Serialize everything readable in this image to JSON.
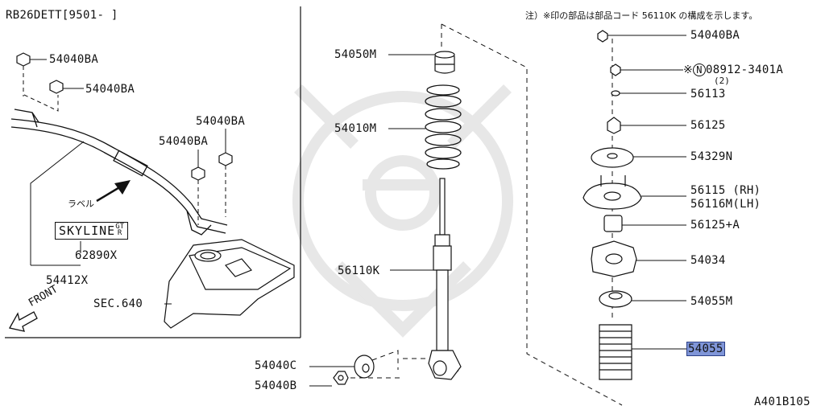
{
  "header": {
    "model_code": "RB26DETT[9501-     ]",
    "note": "注）※印の部品は部品コード 56110K の構成を示します。",
    "diagram_id": "A401B105"
  },
  "left_panel": {
    "bolt_label_1": "54040BA",
    "bolt_label_2": "54040BA",
    "bolt_label_3": "54040BA",
    "bolt_label_4": "54040BA",
    "label_callout": "ラベル",
    "skyline_badge": "SKYLINE",
    "skyline_sup_top": "GT",
    "skyline_sup_bottom": "R",
    "part_62890x": "62890X",
    "part_54412x": "54412X",
    "front_label": "FRONT",
    "section_ref": "SEC.640"
  },
  "center": {
    "part_54050m": "54050M",
    "part_54010m": "54010M",
    "part_56110k": "56110K",
    "part_54040c": "54040C",
    "part_54040b": "54040B"
  },
  "right": {
    "part_54040ba": "54040BA",
    "part_nut_mark": "※",
    "part_nut_circle": "N",
    "part_nut_code": "08912-3401A",
    "part_nut_qty": "(2)",
    "part_56113": "56113",
    "part_56125": "56125",
    "part_54329n": "54329N",
    "part_56115": "56115 (RH)",
    "part_56116m": "56116M(LH)",
    "part_56125a": "56125+A",
    "part_54034": "54034",
    "part_54055m": "54055M",
    "part_54055": "54055"
  },
  "colors": {
    "highlight": "#7f95d8",
    "line": "#111111",
    "watermark": "#e9e9e9"
  }
}
